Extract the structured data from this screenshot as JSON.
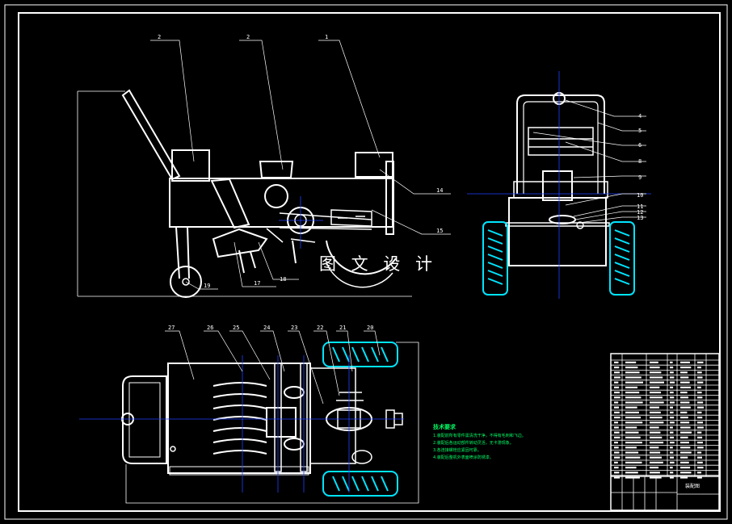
{
  "watermark": "图 文 设 计",
  "part_labels": {
    "p1": "1",
    "p2": "2",
    "p3": "2",
    "p4": "4",
    "p5": "5",
    "p6": "6",
    "p7": "8",
    "p8": "9",
    "p9": "10",
    "p10": "11",
    "p11": "12",
    "p12": "13",
    "p13": "14",
    "p14": "15",
    "p15": "17",
    "p16": "18",
    "p17": "19",
    "p18": "27",
    "p19": "26",
    "p20": "25",
    "p21": "24",
    "p22": "23",
    "p23": "22",
    "p24": "21",
    "p25": "20"
  },
  "notes": {
    "title": "技术要求",
    "lines": [
      "1.装配前所有零件需清洗干净，不得有毛刺和飞边。",
      "2.装配后各运动部件转动灵活，无卡滞现象。",
      "3.各连接螺栓应紧固可靠。",
      "4.装配后整机外表面喷涂防锈漆。"
    ]
  },
  "title_block": {
    "drawing_name": "装配图",
    "code": ""
  },
  "colors": {
    "line": "#ffffff",
    "wheel": "#00e5ff",
    "center": "#2040ff",
    "notes": "#00ff66",
    "background": "#000000"
  }
}
